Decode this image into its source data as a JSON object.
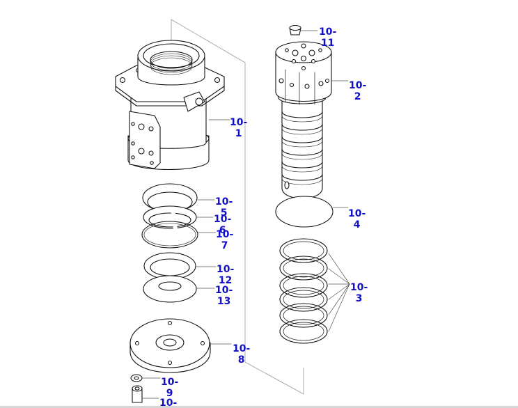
{
  "colors": {
    "label": "#1010c8",
    "line": "#111111",
    "leader": "#555555",
    "frame": "#9a9a9a",
    "fill": "#ffffff"
  },
  "callouts": {
    "p10_1": {
      "line1": "10-",
      "line2": "1"
    },
    "p10_2": {
      "line1": "10-",
      "line2": "2"
    },
    "p10_3": {
      "line1": "10-",
      "line2": "3"
    },
    "p10_4": {
      "line1": "10-",
      "line2": "4"
    },
    "p10_5": {
      "line1": "10-",
      "line2": "5"
    },
    "p10_6": {
      "line1": "10-",
      "line2": "6"
    },
    "p10_7": {
      "line1": "10-",
      "line2": "7"
    },
    "p10_8": {
      "line1": "10-",
      "line2": "8"
    },
    "p10_9": {
      "line1": "10-",
      "line2": "9"
    },
    "p10_10": {
      "line1": "10-",
      "line2": ""
    },
    "p10_11": {
      "line1": "10-",
      "line2": "11"
    },
    "p10_12": {
      "line1": "10-",
      "line2": "12"
    },
    "p10_13": {
      "line1": "10-",
      "line2": "13"
    }
  }
}
